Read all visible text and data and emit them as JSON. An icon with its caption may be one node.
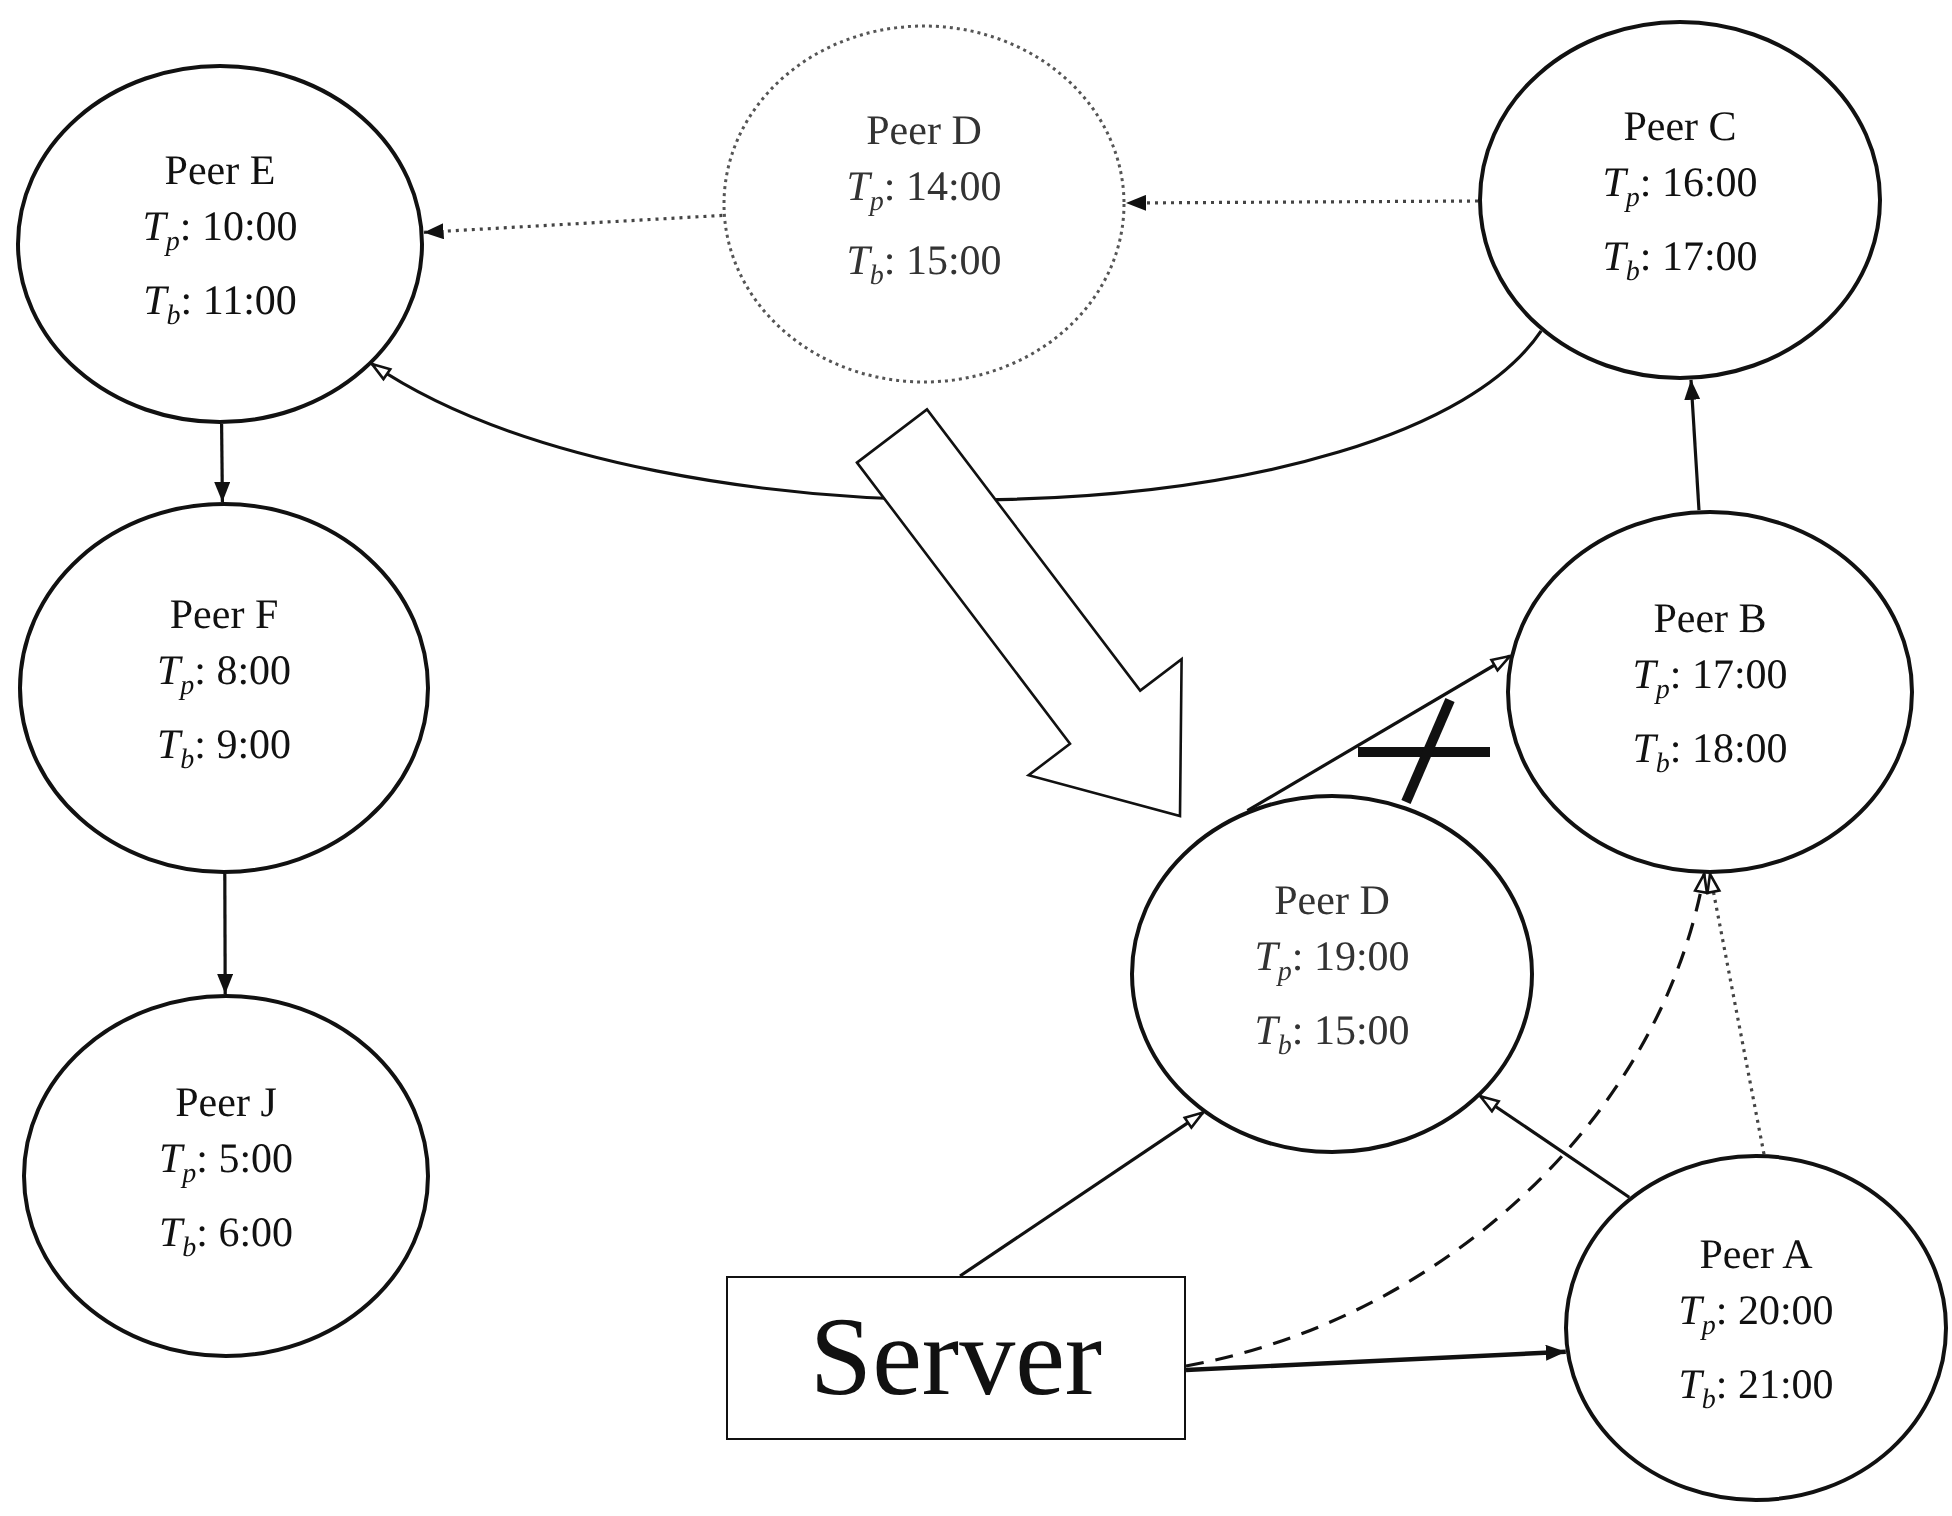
{
  "diagram": {
    "nodes": [
      {
        "text": [
          "Peer E",
          "*T*$_{p}$: 10:00",
          "*T*$_{b}$: 11:00"
        ]
      },
      {
        "text": [
          "Peer D",
          "*T*$_{p}$: 14:00",
          "*T*$_{b}$: 15:00"
        ]
      },
      {
        "text": [
          "Peer C",
          "*T*$_{p}$: 16:00",
          "*T*$_{b}$: 17:00"
        ]
      },
      {
        "text": [
          "Peer F",
          "*T*$_{p}$: 8:00",
          "*T*$_{b}$: 9:00"
        ]
      },
      {
        "text": [
          "Peer B",
          "*T*$_{p}$: 17:00",
          "*T*$_{b}$: 18:00"
        ]
      },
      {
        "text": [
          "Peer D",
          "*T*$_{p}$: 19:00",
          "*T*$_{b}$: 15:00"
        ]
      },
      {
        "text": [
          "Peer J",
          "*T*$_{p}$: 5:00",
          "*T*$_{b}$: 6:00"
        ]
      },
      {
        "text": [
          "Server"
        ]
      },
      {
        "text": [
          "Peer A",
          "*T*$_{p}$: 20:00",
          "*T*$_{b}$: 21:00"
        ]
      }
    ],
    "edges": [
      {
        "from": 1,
        "to": 0,
        "arrow": "to",
        "style": "dashed"
      },
      {
        "from": 2,
        "to": 1,
        "arrow": "to",
        "style": "dashed"
      },
      {
        "from": 2,
        "to": 0,
        "arrow": "to"
      },
      {
        "from": 0,
        "to": 3,
        "arrow": "to"
      },
      {
        "from": 3,
        "to": 6,
        "arrow": "to"
      },
      {
        "from": 4,
        "to": 2,
        "arrow": "to"
      },
      {
        "from": 5,
        "to": 4,
        "arrow": "to"
      },
      {
        "from": 1,
        "to": 5,
        "arrow": "to",
        "style": "thick"
      },
      {
        "from": 7,
        "to": 5,
        "arrow": "to"
      },
      {
        "from": 8,
        "to": 5,
        "arrow": "to"
      },
      {
        "from": 7,
        "to": 8,
        "arrow": "to"
      },
      {
        "from": 7,
        "to": 4,
        "arrow": "to",
        "style": "dashed"
      },
      {
        "from": 8,
        "to": 4,
        "arrow": "to",
        "style": "dashed"
      }
    ]
  }
}
